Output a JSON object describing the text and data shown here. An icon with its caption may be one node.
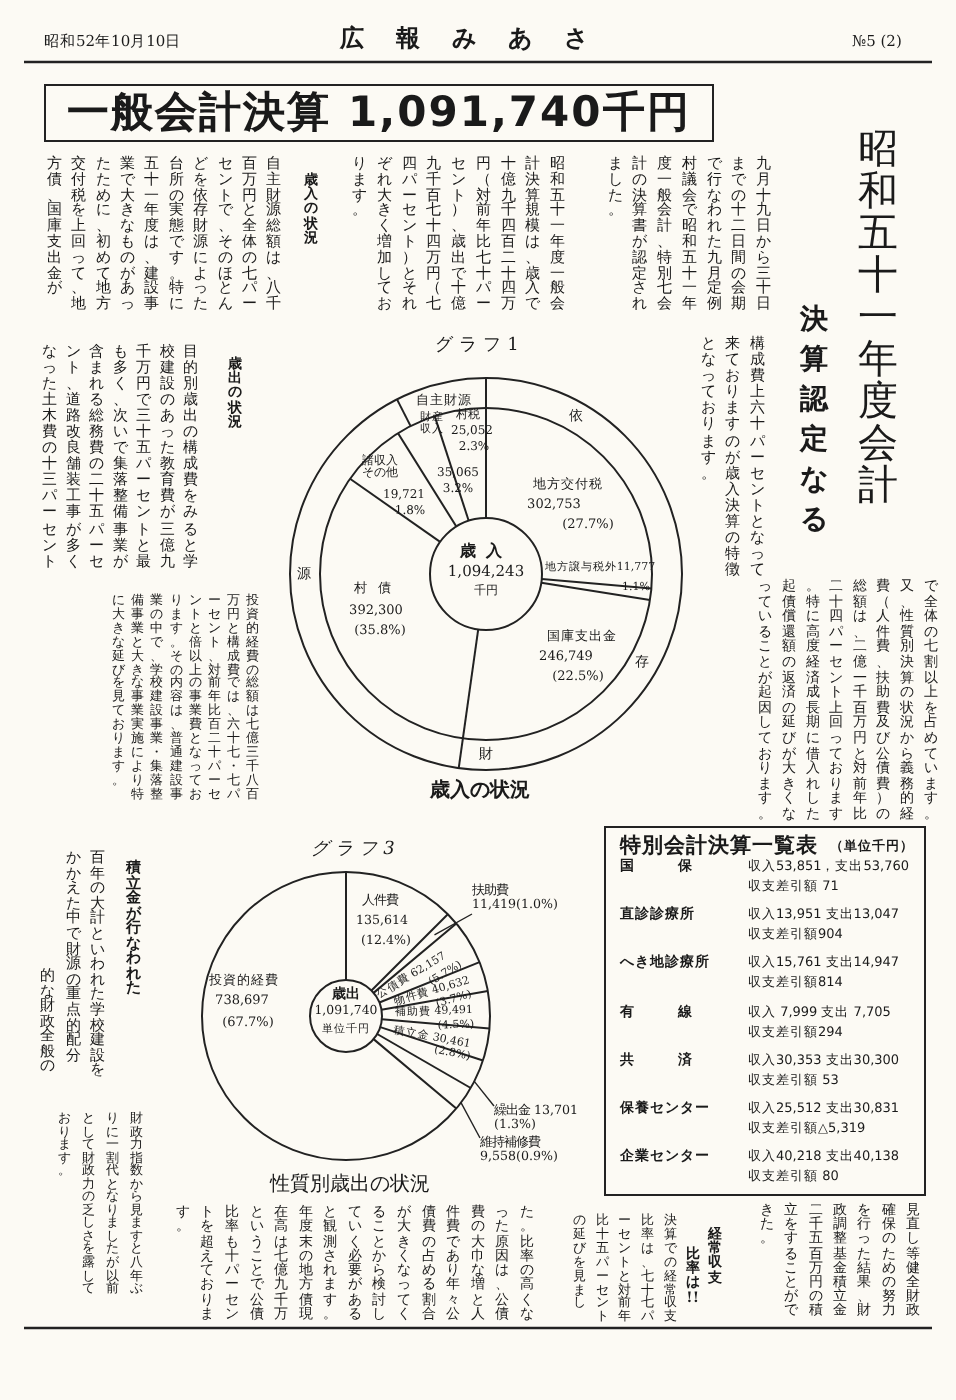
{
  "diagram": {
    "title": "一般会計決算 1,091,740千円",
    "nodes": [
      {
        "text": [
          "特別会計決算一覧表",
          "（単位千円）"
        ]
      },
      {
        "text": [
          "扶助費",
          "11,419(1.0%)"
        ]
      },
      {
        "text": [
          "繰出金 13,701",
          "(1.3%)"
        ]
      },
      {
        "text": [
          "維持補修費",
          "9,558(0.9%)"
        ]
      },
      {
        "text": [],
        "shape": "picture"
      }
    ],
    "edges": [
      {
        "from": 1,
        "to": 4,
        "arrow": "none"
      },
      {
        "from": 2,
        "to": 4,
        "arrow": "none"
      },
      {
        "from": 3,
        "to": 4,
        "arrow": "none"
      }
    ],
    "labels": [
      "昭和52年10月10日",
      "広報みあさ",
      "№5 (2)",
      "昭和五十一年度会計",
      "決算認定なる",
      "自主財源総額は、八千百万円と全体の七パーセントで、そのほとんどを依存財源によった台所の実態です。特に五十一年度は、建設事業で大きなものがあったために、初めて地方交付税を上回って、地方債、国庫支出金が",
      "歳入の状況",
      "昭和五十一年度一般会計決算規模は、歳入で十億九千四百二十四万円（対前年比七十パーセント）、歳出で十億九千百七十四万円（七四パーセント）とそれぞれ大きく増加しております。",
      "九月十九日から三十日までの十二日間の会期で行なわれた九月定例村議会で昭和五十一年度一般会計、特別七会計の決算書が認定されました。",
      "構成費上六十パーセントとなって来ておりますのが歳入決算の特徴となっております。",
      "歳出の状況",
      "目的別歳出の構成費をみると学校建設のあった教育費が三億九千万円で三十五パーセントと最も多く、次いで集落整備事業が含まれる総務費の二十五パーセント、道路改良舗装工事が多くなった土木費の十三パーセント",
      "投資的経費の総額は七億三千八百万円と構成費では、六十七・七パーセント、対前年比百二十パーセントと倍以上の事業費となっております。その内容は、普通建設事業の中で、学校建設事業・集落整備事業と大きな事業実施により特に大きな延びを見ております。",
      "で全体の七割以上を占めています。又、性質別決算の状況から義務的経費（人件費、扶助費及び公債費）の総額は、二億一千百万円と対前年比二十四パーセント上回っております。特に高度経済成長期に借入れした起債償還額の返済の延びが大きくなっていることが起因しております。",
      "グラフ1",
      "自主財源",
      "依",
      "存",
      "財",
      "源",
      "村税",
      "25,052",
      "2.3%",
      "財産収入",
      "35,065",
      "3.2%",
      "諸収入その他",
      "19,721",
      "1.8%",
      "地方交付税",
      "302,753",
      "(27.7%)",
      "地方譲与税外11,777",
      "1.1%",
      "村債",
      "392,300",
      "(35.8%)",
      "国庫支出金",
      "246,749",
      "(22.5%)",
      "歳入",
      "1,094,243",
      "千円",
      "歳入の状況",
      "グラフ3",
      "人件費",
      "135,614",
      "(12.4%)",
      "公債費 62,157",
      "(5.7%)",
      "物件費 40,632",
      "(3.7%)",
      "補助費 49,491",
      "(4.5%)",
      "積立金 30,461",
      "(2.8%)",
      "投資的経費",
      "738,697",
      "(67.7%)",
      "歳出",
      "1,091,740",
      "単位千円",
      "性質別歳出の状況",
      "国保",
      "収入53,851，支出53,760",
      "収支差引額 71",
      "直診診療所",
      "収入13,951 支出13,047",
      "収支差引額904",
      "へき地診療所",
      "収入15,761 支出14,947",
      "収支差引額814",
      "有線",
      "収入 7,999 支出 7,705",
      "収支差引額294",
      "共済",
      "収入30,353 支出30,300",
      "収支差引額 53",
      "保養センター",
      "収入25,512 支出30,831",
      "収支差引額△5,319",
      "企業センター",
      "収入40,218 支出40,138",
      "収支差引額 80",
      "積立金が行なわれた",
      "百年の大計といわれた学校建設をかかえた中で財源の重点的配分",
      "的な財政全般の",
      "財政力指数から見ますと八年ぶりに一割代となりましたが以前として財政力の乏しさを露しております。",
      "た。比率の高くなった原因は、公債費の大巾な増と人件費であり年々公債費の占める割合が大きくなってくることから検討していく必要があると観測されます。年度末の地方債現在高は七億九千万ということで公債比率も十パーセントを超えております。",
      "見直し等健全財政確保のための努力を行った結果、財政調整基金積立金二千五百万円の積立をすることができた。",
      "経常収支比率は!!",
      "決算での経常収支比率は、七十七パーセントと対前年比十五パーセントの延びを見まし"
    ]
  }
}
